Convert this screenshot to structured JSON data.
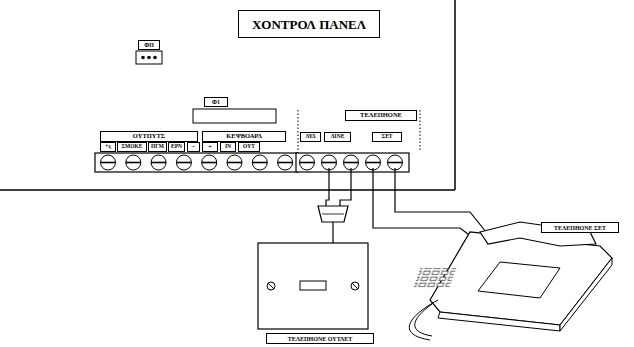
{
  "diagram": {
    "nodes": [
      {
        "text": [
          "ΧΟΝΤΡΟΛ ΠΑΝΕΛ"
        ]
      },
      {
        "text": [
          "ΦΠ"
        ]
      },
      {
        "text": [
          "Φ1"
        ]
      },
      {
        "text": [
          "ΟΥΤΠΥΤΣ"
        ]
      },
      {
        "text": [
          "ΚΕΨΒΟΑΡΔ"
        ]
      },
      {
        "text": [
          "+ς"
        ]
      },
      {
        "text": [
          "ΣΜΟΚΕ"
        ]
      },
      {
        "text": [
          "ΠΓΜ"
        ]
      },
      {
        "text": [
          "ΕΡΝ"
        ]
      },
      {
        "text": [
          "−"
        ]
      },
      {
        "text": [
          "+"
        ]
      },
      {
        "text": [
          "ΙΝ"
        ]
      },
      {
        "text": [
          "ΟΥΤ"
        ]
      },
      {
        "text": [
          "ΤΕΛΕΠΗΟΝΕ"
        ]
      },
      {
        "text": [
          "ΛΥΔ"
        ]
      },
      {
        "text": [
          "ΛΙΝΕ"
        ]
      },
      {
        "text": [
          "ΣΕΤ"
        ]
      },
      {
        "text": [
          "ΤΕΛΕΠΗΟΝΕ ΟΥΤΛΕΤ"
        ]
      },
      {
        "text": [
          "ΤΕΛΕΠΗΟΝΕ ΣΕΤ"
        ]
      }
    ]
  }
}
